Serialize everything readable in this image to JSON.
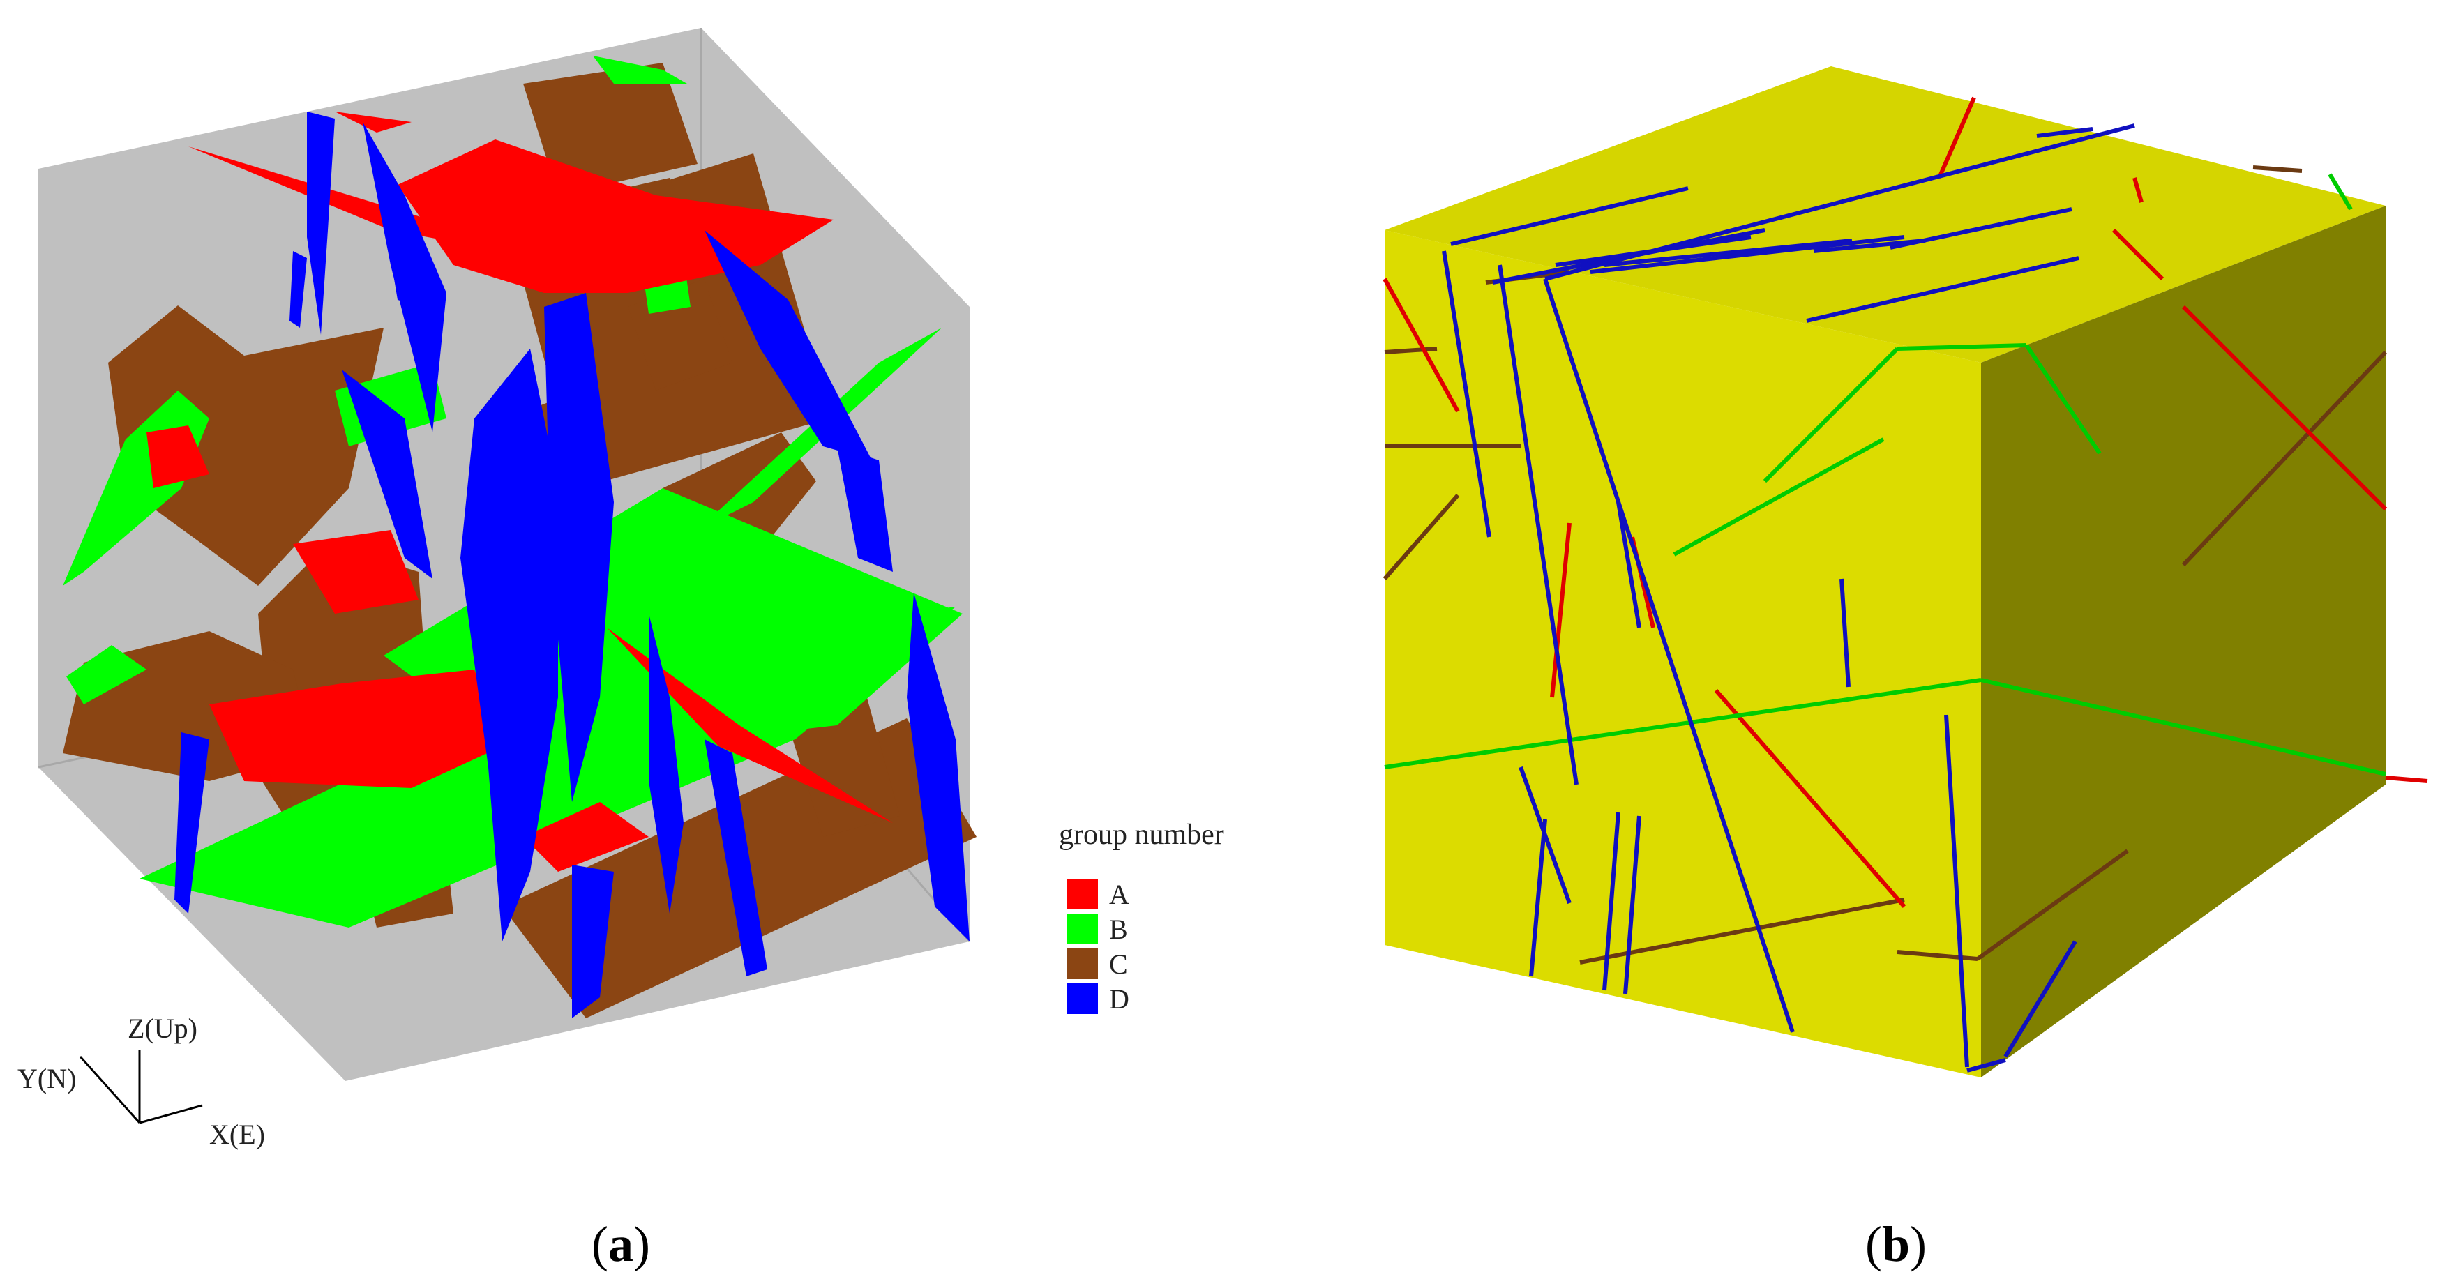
{
  "legend": {
    "title": "group number",
    "items": [
      {
        "label": "A",
        "color": "#ff0000"
      },
      {
        "label": "B",
        "color": "#00ff00"
      },
      {
        "label": "C",
        "color": "#8b4513"
      },
      {
        "label": "D",
        "color": "#0000ff"
      }
    ]
  },
  "axes": {
    "z": "Z(Up)",
    "y": "Y(N)",
    "x": "X(E)"
  },
  "captions": {
    "a_open": "(",
    "a_letter": "a",
    "a_close": ")",
    "b_open": "(",
    "b_letter": "b",
    "b_close": ")"
  },
  "colors": {
    "box_grey": "#c0c0c0",
    "cube_top": "#d5d500",
    "cube_front": "#dcdc00",
    "cube_side": "#808000",
    "fracture_A": "#ff0000",
    "fracture_B": "#00ff00",
    "fracture_C": "#8b4513",
    "fracture_D": "#0000ff"
  }
}
